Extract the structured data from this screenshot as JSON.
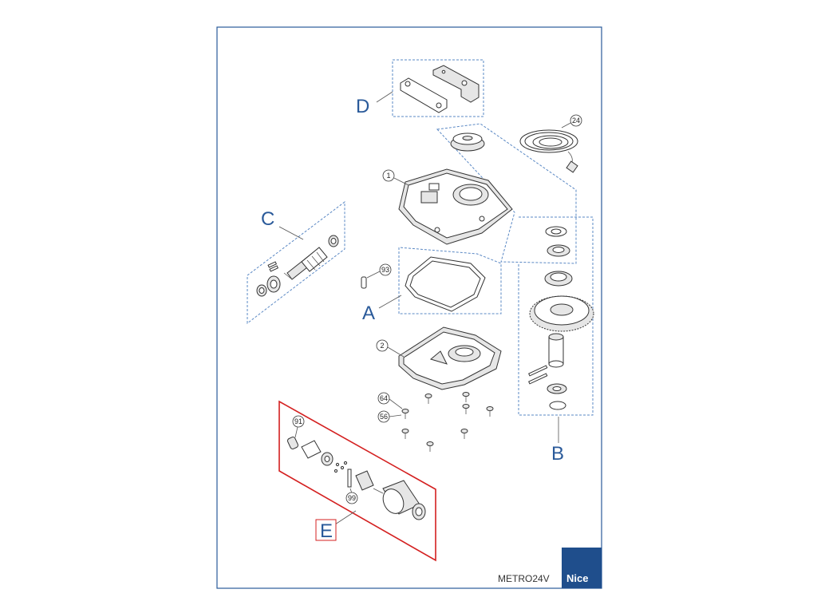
{
  "diagram": {
    "model_label": "METRO24V",
    "brand_label": "Nice",
    "colors": {
      "frame": "#2a5a9a",
      "group_outline": "#5a88c4",
      "highlight": "#d42020",
      "brand_bg": "#1f4e8c"
    },
    "groups": {
      "a": "A",
      "b": "B",
      "c": "C",
      "d": "D",
      "e": "E"
    },
    "parts": {
      "p1": "1",
      "p2": "2",
      "p24": "24",
      "p56": "56",
      "p64": "64",
      "p91": "91",
      "p93": "93",
      "p99": "99"
    }
  }
}
